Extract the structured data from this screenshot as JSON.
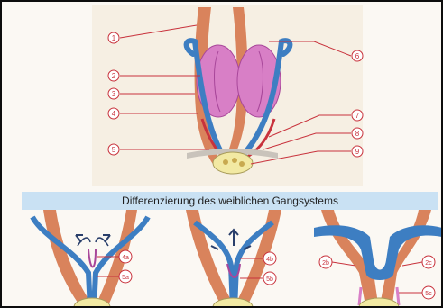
{
  "diagram": {
    "title": "Differenzierung des weiblichen Gangsystems",
    "colors": {
      "accent_red": "#c8323c",
      "duct_blue": "#3d7ec2",
      "ovary_pink": "#d87fc6",
      "muscle_orange": "#d9835c",
      "banner_bg": "#c9e1f3",
      "sinus_yellow": "#f2e9a3"
    },
    "labels_left": [
      "1",
      "2",
      "3",
      "4",
      "5"
    ],
    "labels_right": [
      "6",
      "7",
      "8",
      "9"
    ],
    "stage_labels": {
      "stage1": [
        "4a",
        "5a"
      ],
      "stage2": [
        "4b",
        "5b"
      ],
      "stage3": [
        "2b",
        "2c",
        "5c"
      ]
    }
  }
}
